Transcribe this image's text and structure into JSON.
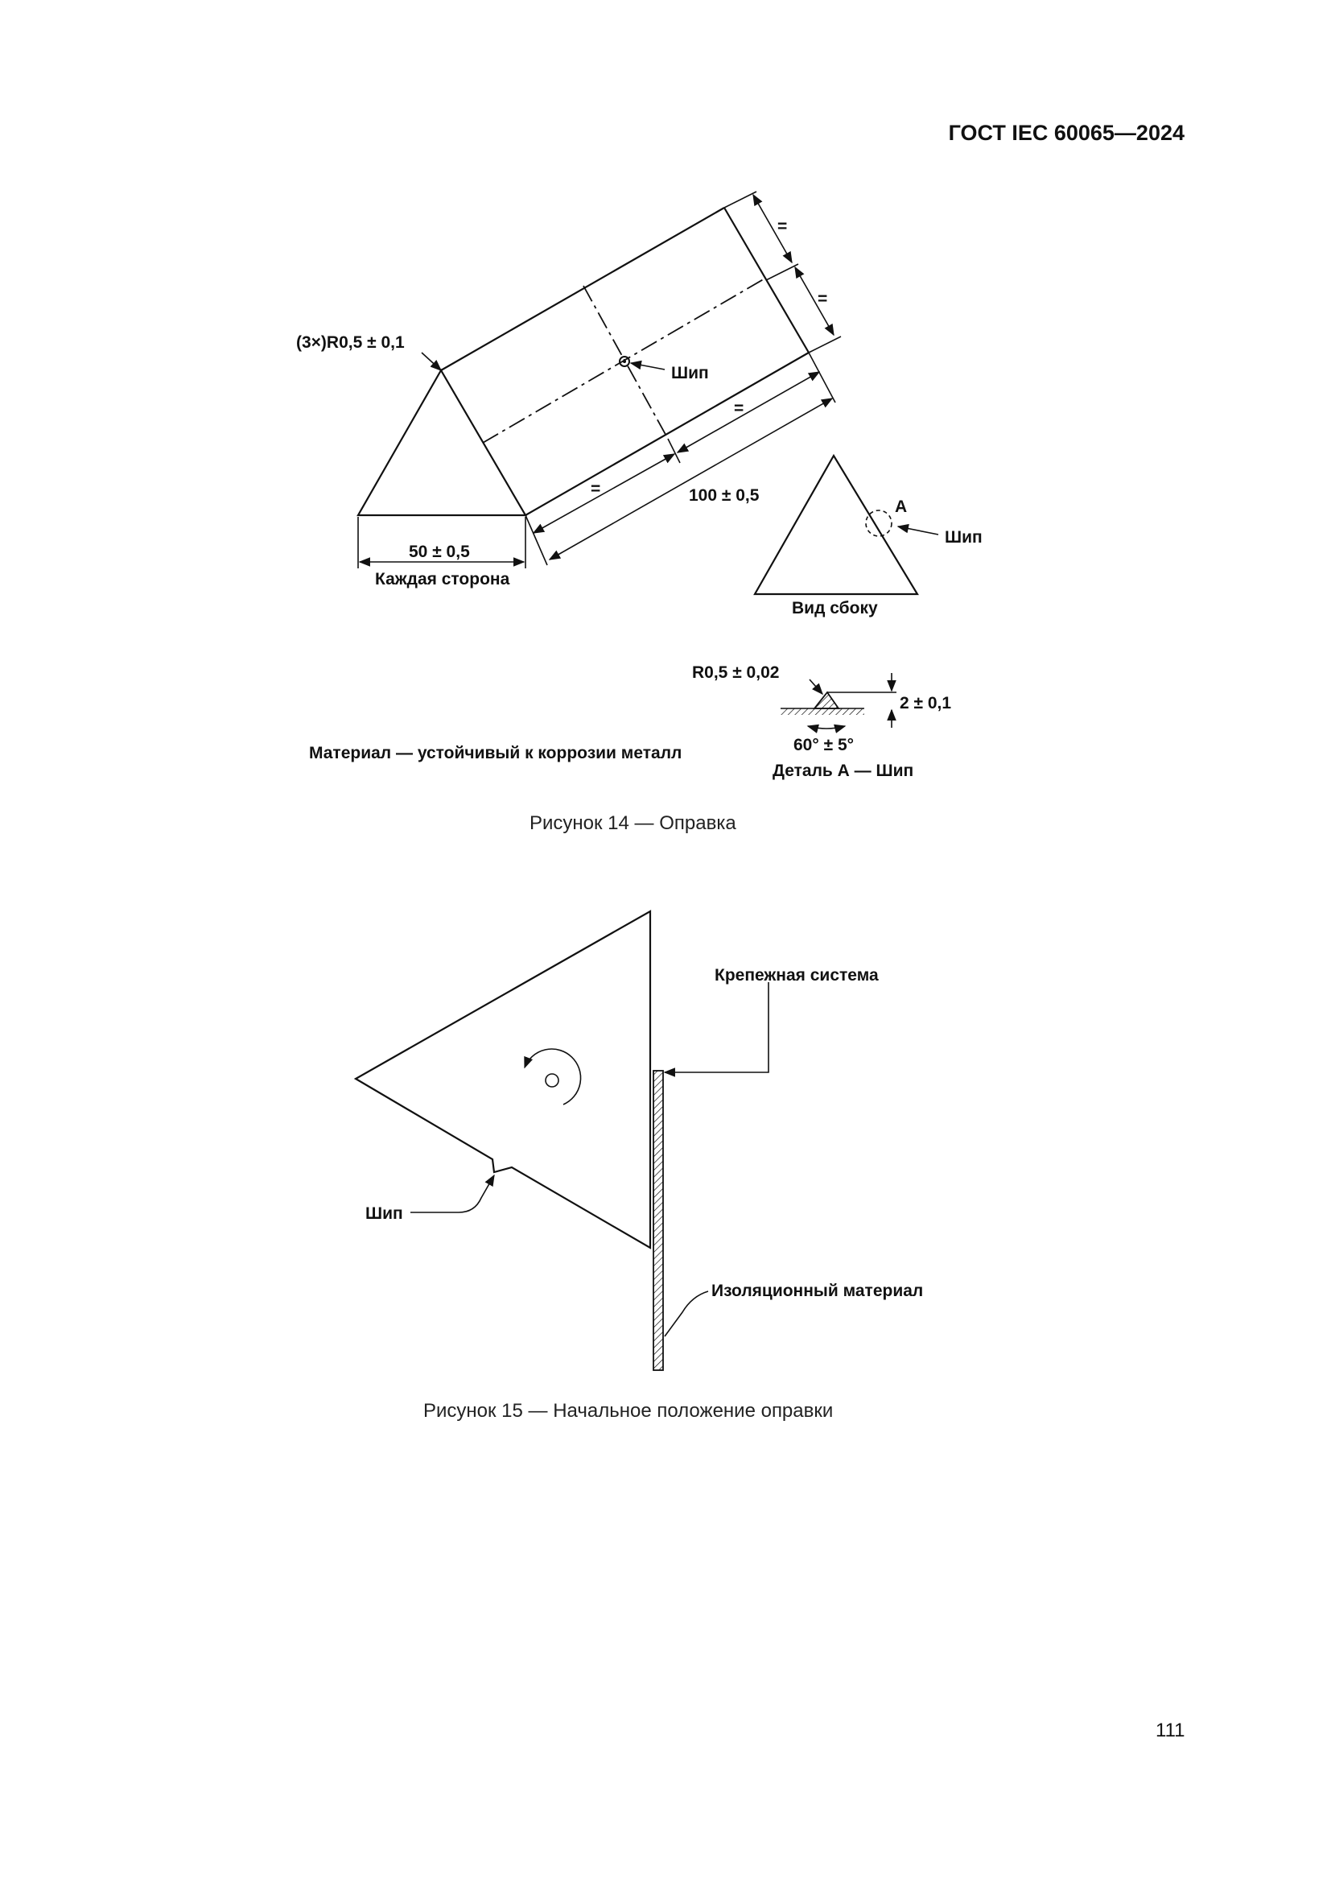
{
  "header": {
    "standard": "ГОСТ IEC 60065—2024"
  },
  "figure14": {
    "caption": "Рисунок 14 — Оправка",
    "radius_label": "(3×)R0,5 ± 0,1",
    "spike_label": "Шип",
    "equal_sign": "=",
    "length_label": "100 ± 0,5",
    "side_label": "50 ± 0,5",
    "each_side_label": "Каждая сторона",
    "side_view": {
      "point_label": "A",
      "spike_label": "Шип",
      "title": "Вид сбоку"
    },
    "detail": {
      "radius_label": "R0,5 ± 0,02",
      "height_label": "2 ± 0,1",
      "angle_label": "60° ± 5°",
      "title": "Деталь А — Шип"
    },
    "material_note": "Материал — устойчивый к коррозии металл"
  },
  "figure15": {
    "caption": "Рисунок 15 — Начальное положение оправки",
    "mount_label": "Крепежная система",
    "spike_label": "Шип",
    "insulation_label": "Изоляционный материал"
  },
  "page_number": "111"
}
